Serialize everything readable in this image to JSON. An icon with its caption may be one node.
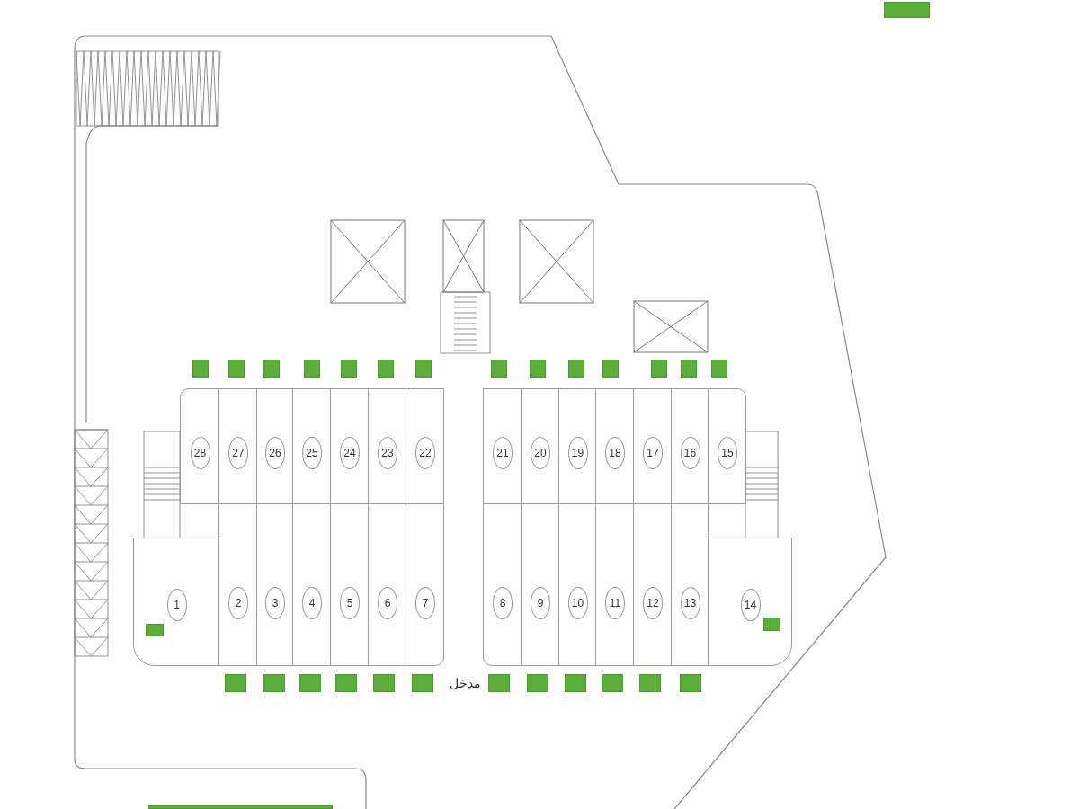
{
  "diagram": {
    "nodes": [
      {
        "text": [
          "28"
        ]
      },
      {
        "text": [
          "27"
        ]
      },
      {
        "text": [
          "26"
        ]
      },
      {
        "text": [
          "25"
        ]
      },
      {
        "text": [
          "24"
        ]
      },
      {
        "text": [
          "23"
        ]
      },
      {
        "text": [
          "22"
        ]
      },
      {
        "text": [
          "21"
        ]
      },
      {
        "text": [
          "20"
        ]
      },
      {
        "text": [
          "19"
        ]
      },
      {
        "text": [
          "18"
        ]
      },
      {
        "text": [
          "17"
        ]
      },
      {
        "text": [
          "16"
        ]
      },
      {
        "text": [
          "15"
        ]
      },
      {
        "text": [
          "1"
        ]
      },
      {
        "text": [
          "2"
        ]
      },
      {
        "text": [
          "3"
        ]
      },
      {
        "text": [
          "4"
        ]
      },
      {
        "text": [
          "5"
        ]
      },
      {
        "text": [
          "6"
        ]
      },
      {
        "text": [
          "7"
        ]
      },
      {
        "text": [
          "8"
        ]
      },
      {
        "text": [
          "9"
        ]
      },
      {
        "text": [
          "10"
        ]
      },
      {
        "text": [
          "11"
        ]
      },
      {
        "text": [
          "12"
        ]
      },
      {
        "text": [
          "13"
        ]
      },
      {
        "text": [
          "14"
        ]
      }
    ],
    "labels": [
      "مدخل"
    ]
  }
}
